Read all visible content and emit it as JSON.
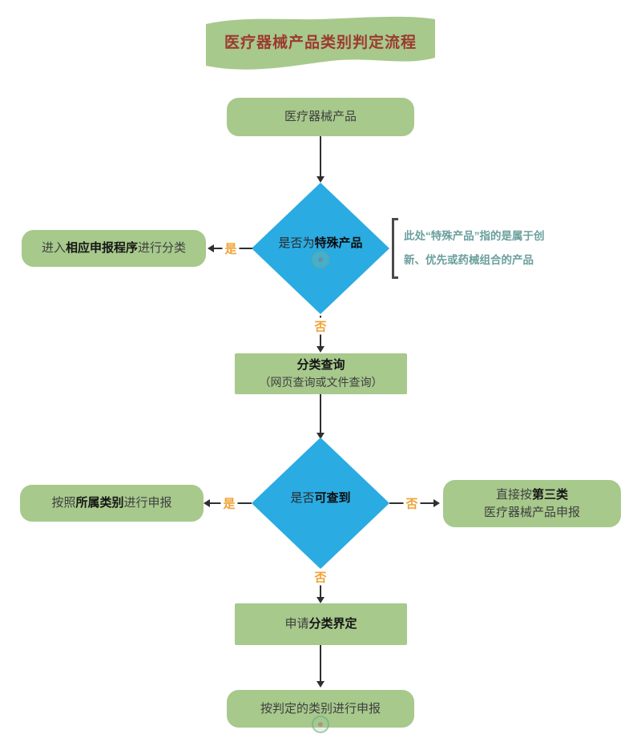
{
  "title": "医疗器械产品类别判定流程",
  "edge_labels": {
    "yes": "是",
    "no": "否"
  },
  "colors": {
    "node_green": "#a7c98c",
    "diamond_blue": "#2aabe2",
    "edge_orange": "#f0a234",
    "title_red": "#9c3a30",
    "note_teal": "#6a9f9d"
  },
  "nodes": {
    "start": {
      "text": "医疗器械产品"
    },
    "decision_special": {
      "pre": "是否为",
      "bold": "特殊产品"
    },
    "special_yes": {
      "pre": "进入",
      "bold": "相应申报程序",
      "post": "进行分类"
    },
    "note": {
      "line1": "此处“特殊产品”指的是属于创",
      "line2": "新、优先或药械组合的产品"
    },
    "query": {
      "title": "分类查询",
      "subtitle": "（网页查询或文件查询）"
    },
    "decision_found": {
      "pre": "是否",
      "bold": "可查到"
    },
    "found_yes": {
      "pre": "按照",
      "bold": "所属类别",
      "post": "进行申报"
    },
    "found_no": {
      "line1_pre": "直接按",
      "line1_bold": "第三类",
      "line2": "医疗器械产品申报"
    },
    "apply": {
      "pre": "申请",
      "bold": "分类界定"
    },
    "end": {
      "text": "按判定的类别进行申报"
    }
  }
}
